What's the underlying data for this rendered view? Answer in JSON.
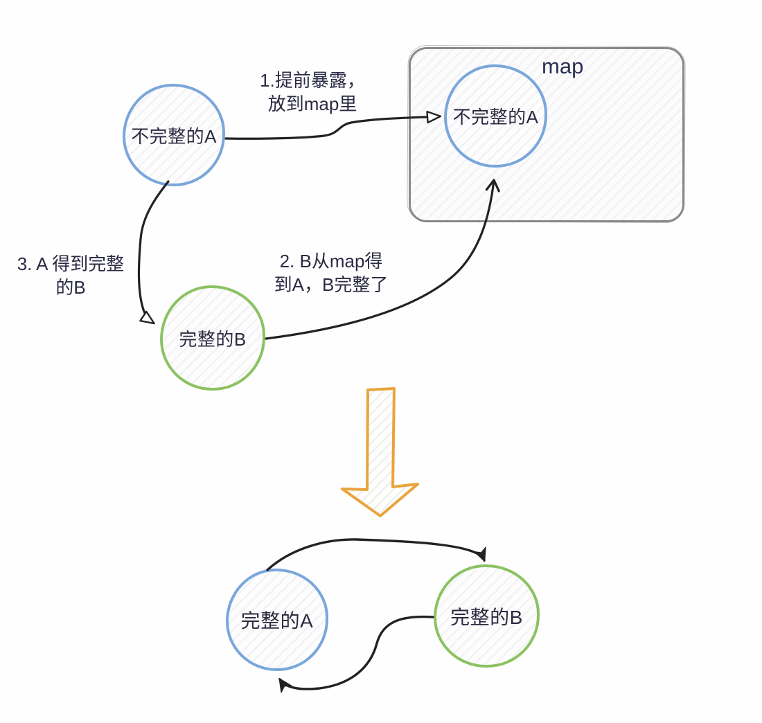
{
  "colors": {
    "node_blue": "#7aa6db",
    "node_green": "#8bc262",
    "map_border": "#8a8a8a",
    "arrow_black": "#222222",
    "big_arrow_orange": "#e9a43d",
    "text": "#2a2a40",
    "background": "#fefefe"
  },
  "upper": {
    "node_incomplete_a": "不完整的A",
    "map_label": "map",
    "node_incomplete_a_in_map": "不完整的A",
    "node_complete_b": "完整的B",
    "step1": {
      "line1": "1.提前暴露，",
      "line2": "放到map里"
    },
    "step2": {
      "line1": "2. B从map得",
      "line2": "到A，B完整了"
    },
    "step3": {
      "line1": "3. A 得到完整",
      "line2": "的B"
    }
  },
  "lower": {
    "node_complete_a": "完整的A",
    "node_complete_b": "完整的B"
  }
}
